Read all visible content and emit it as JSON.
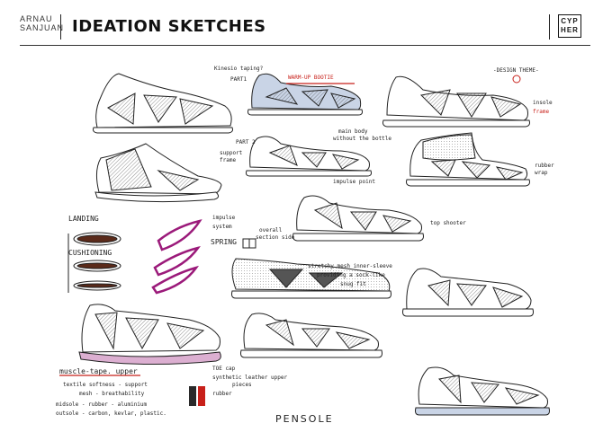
{
  "header": {
    "author_line1": "ARNAU",
    "author_line2": "SANJUAN",
    "title": "IDEATION SKETCHES",
    "logo_line1": "CYP",
    "logo_line2": "HER"
  },
  "notes": {
    "kinesio_taping": "Kinesio taping?",
    "part1": "PART1",
    "warm_up_bootie": "WARM-UP BOOTIE",
    "design_theme": "-DESIGN THEME-",
    "insole": "insole",
    "frame_red": "frame",
    "part2": "PART 2",
    "support_frame": "support",
    "frame": "frame",
    "main_body": "main body",
    "without_bottle": "without the bottle",
    "impulse_point": "impulse point",
    "rubber_wrap": "rubber",
    "wrap": "wrap",
    "landing": "LANDING",
    "cushioning": "CUSHIONING",
    "impulse": "impulse",
    "system": "system",
    "spring": "SPRING",
    "overall": "overall",
    "section_side": "section side",
    "top_shooter": "top shooter",
    "stretchy_mesh": "stretchy mesh inner-sleeve",
    "providing_sock": "providing a sock-like",
    "snug_fit": "snug fit",
    "muscle_tape": "muscle-tape. upper",
    "textile": "textile softness - support",
    "mesh": "mesh - breathability",
    "midsole": "midsole - rubber - aluminium",
    "outsole": "outsole - carbon, kevlar, plastic.",
    "toe_cap": "TOE cap",
    "synthetic_leather": "synthetic leather upper",
    "pieces": "pieces",
    "rubber": "rubber"
  },
  "footer": {
    "brand": "PENSOLE"
  }
}
